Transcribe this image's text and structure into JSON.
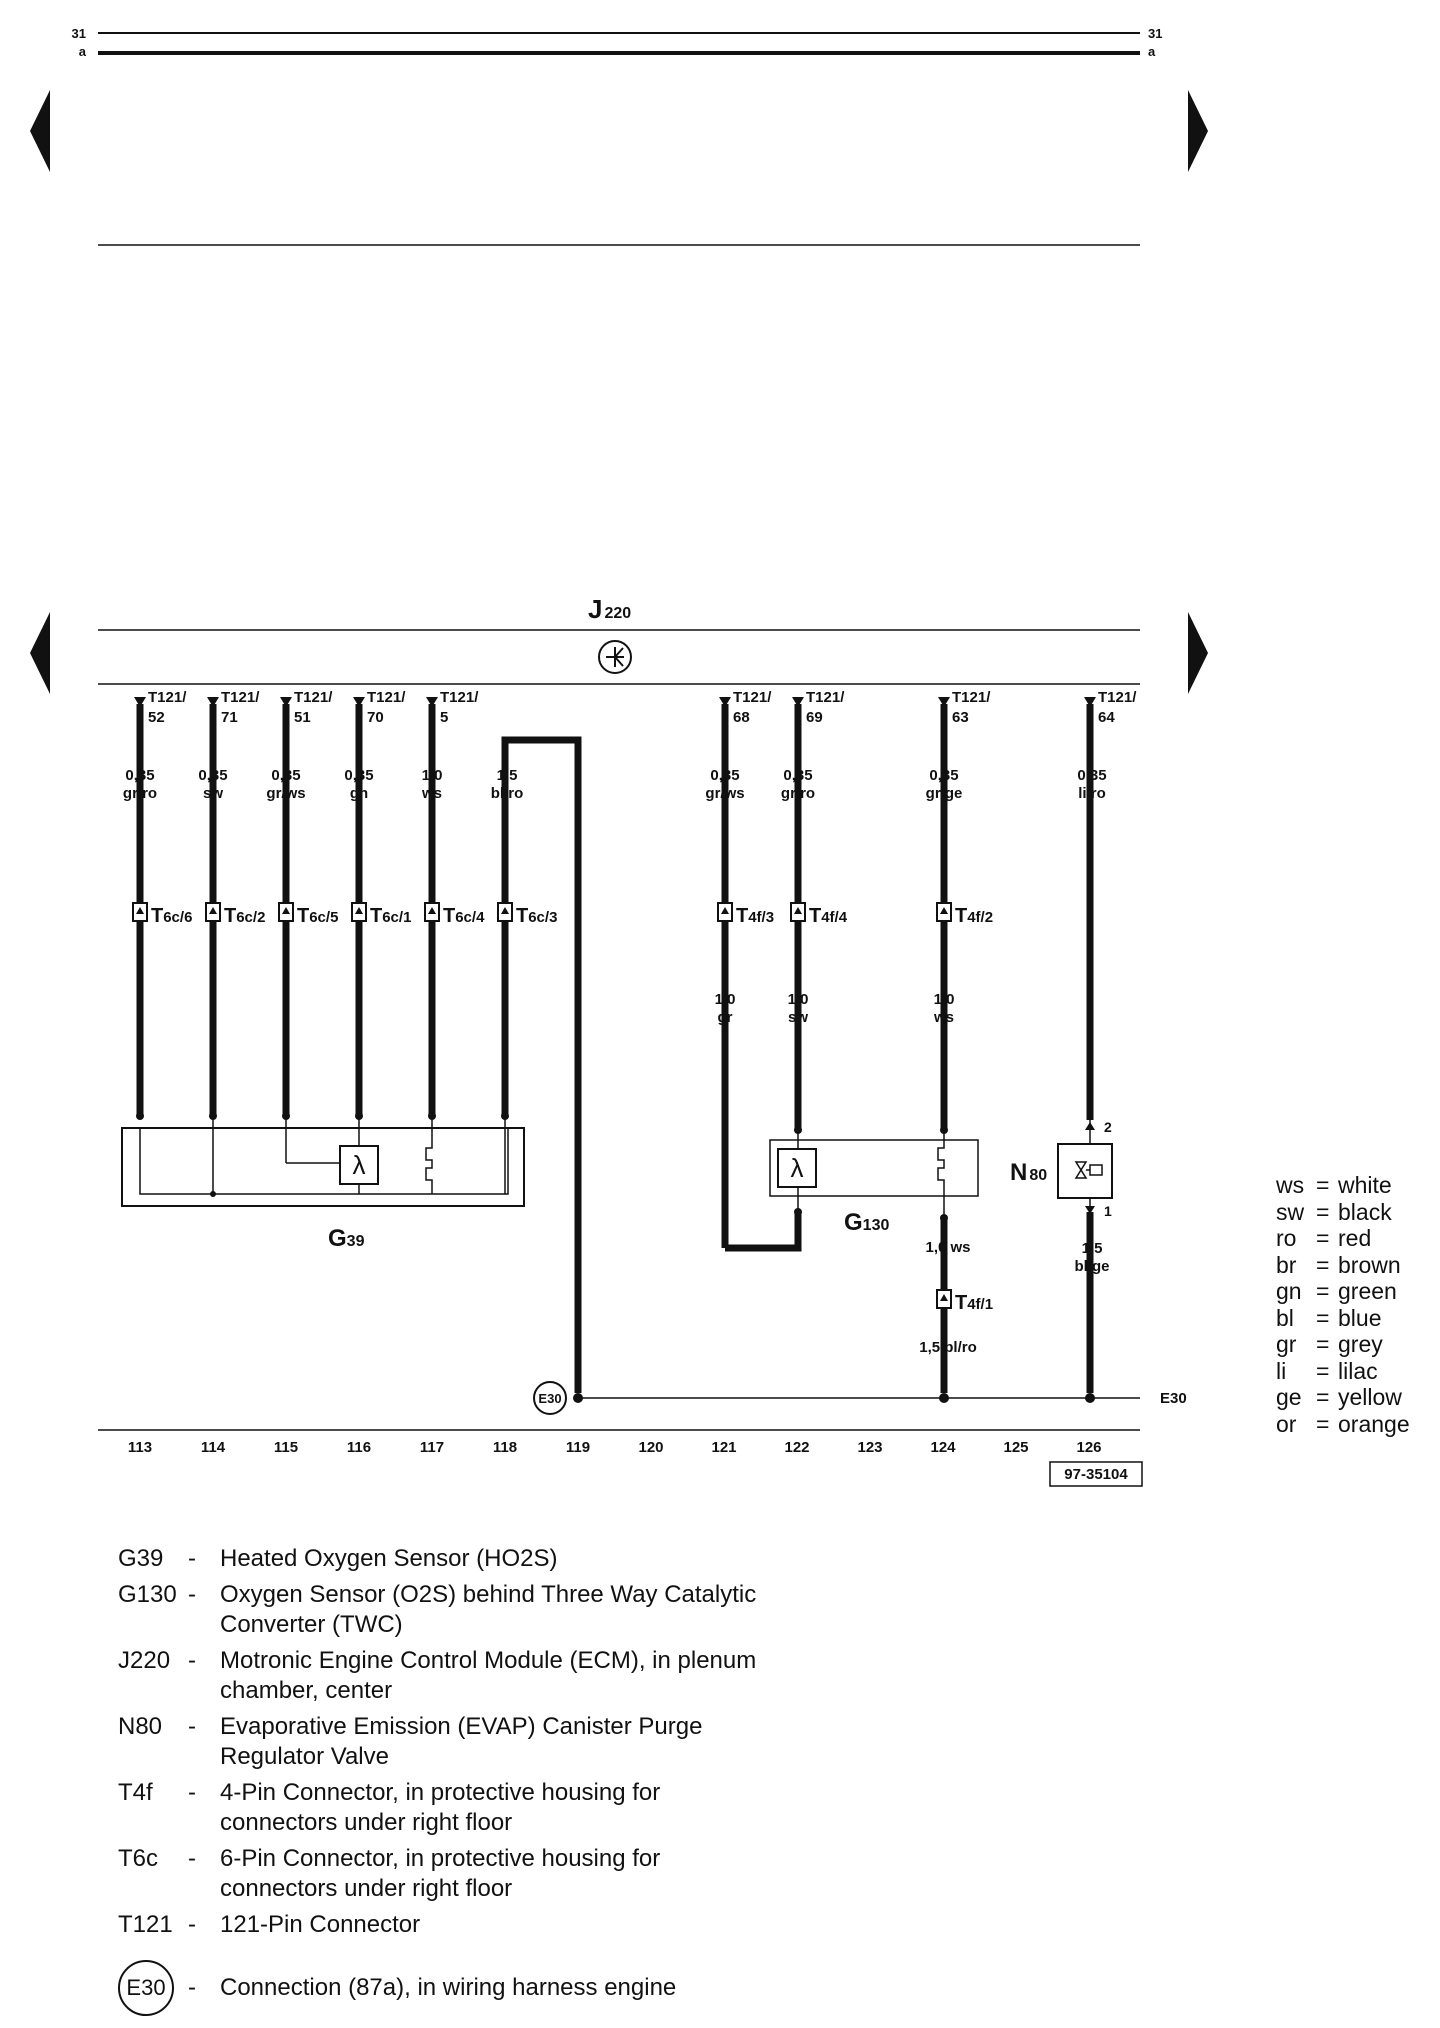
{
  "header": {
    "page_left": "31",
    "sub_left": "a",
    "page_right": "31",
    "sub_right": "a"
  },
  "module": {
    "prefix": "J",
    "suffix": "220"
  },
  "pins": [
    {
      "conn": "T121/",
      "num": "52"
    },
    {
      "conn": "T121/",
      "num": "71"
    },
    {
      "conn": "T121/",
      "num": "51"
    },
    {
      "conn": "T121/",
      "num": "70"
    },
    {
      "conn": "T121/",
      "num": "5"
    },
    {
      "conn": "T121/",
      "num": "68"
    },
    {
      "conn": "T121/",
      "num": "69"
    },
    {
      "conn": "T121/",
      "num": "63"
    },
    {
      "conn": "T121/",
      "num": "64"
    }
  ],
  "wires": [
    {
      "size": "0,35",
      "color": "gr/ro"
    },
    {
      "size": "0,35",
      "color": "sw"
    },
    {
      "size": "0,35",
      "color": "gr/ws"
    },
    {
      "size": "0,35",
      "color": "gn"
    },
    {
      "size": "1,0",
      "color": "ws"
    },
    {
      "size": "1,5",
      "color": "bl/ro"
    },
    {
      "size": "0,35",
      "color": "gr/ws"
    },
    {
      "size": "0,35",
      "color": "gr/ro"
    },
    {
      "size": "0,35",
      "color": "gr/ge"
    },
    {
      "size": "0,35",
      "color": "li/ro"
    }
  ],
  "connectors_t6c": [
    {
      "prefix": "T",
      "suffix": "6c/6"
    },
    {
      "prefix": "T",
      "suffix": "6c/2"
    },
    {
      "prefix": "T",
      "suffix": "6c/5"
    },
    {
      "prefix": "T",
      "suffix": "6c/1"
    },
    {
      "prefix": "T",
      "suffix": "6c/4"
    },
    {
      "prefix": "T",
      "suffix": "6c/3"
    }
  ],
  "connectors_t4f": [
    {
      "prefix": "T",
      "suffix": "4f/3"
    },
    {
      "prefix": "T",
      "suffix": "4f/4"
    },
    {
      "prefix": "T",
      "suffix": "4f/2"
    }
  ],
  "lower_wires": [
    {
      "size": "1,0",
      "color": "gr"
    },
    {
      "size": "1,0",
      "color": "sw"
    },
    {
      "size": "1,0",
      "color": "ws"
    }
  ],
  "components": {
    "g39": {
      "prefix": "G",
      "suffix": "39"
    },
    "g130": {
      "prefix": "G",
      "suffix": "130"
    },
    "n80": {
      "prefix": "N",
      "suffix": "80"
    },
    "n80_pin_top": "2",
    "n80_pin_bottom": "1"
  },
  "g130_out_wire": "1,0 ws",
  "t4f1": {
    "prefix": "T",
    "suffix": "4f/1"
  },
  "t4f1_wire": "1,5 bl/ro",
  "n80_out_wire": {
    "size": "1,5",
    "color": "bl/ge"
  },
  "e30_label": "E30",
  "e30_right": "E30",
  "columns": [
    "113",
    "114",
    "115",
    "116",
    "117",
    "118",
    "119",
    "120",
    "121",
    "122",
    "123",
    "124",
    "125",
    "126"
  ],
  "ref_code": "97-35104",
  "color_legend": [
    {
      "abbr": "ws",
      "name": "white"
    },
    {
      "abbr": "sw",
      "name": "black"
    },
    {
      "abbr": "ro",
      "name": "red"
    },
    {
      "abbr": "br",
      "name": "brown"
    },
    {
      "abbr": "gn",
      "name": "green"
    },
    {
      "abbr": "bl",
      "name": "blue"
    },
    {
      "abbr": "gr",
      "name": "grey"
    },
    {
      "abbr": "li",
      "name": "lilac"
    },
    {
      "abbr": "ge",
      "name": "yellow"
    },
    {
      "abbr": "or",
      "name": "orange"
    }
  ],
  "legend": [
    {
      "code": "G39",
      "desc": "Heated Oxygen Sensor (HO2S)"
    },
    {
      "code": "G130",
      "desc": "Oxygen Sensor (O2S) behind Three Way Catalytic Converter (TWC)"
    },
    {
      "code": "J220",
      "desc": "Motronic Engine Control Module (ECM), in plenum chamber, center"
    },
    {
      "code": "N80",
      "desc": "Evaporative Emission (EVAP) Canister Purge Regulator Valve"
    },
    {
      "code": "T4f",
      "desc": "4-Pin Connector, in protective housing for connectors under right floor"
    },
    {
      "code": "T6c",
      "desc": "6-Pin Connector, in protective housing for connectors under right floor"
    },
    {
      "code": "T121",
      "desc": "121-Pin Connector"
    }
  ],
  "legend_e30": {
    "code": "E30",
    "desc": "Connection (87a), in wiring harness engine"
  },
  "dash": "-",
  "eq": "="
}
